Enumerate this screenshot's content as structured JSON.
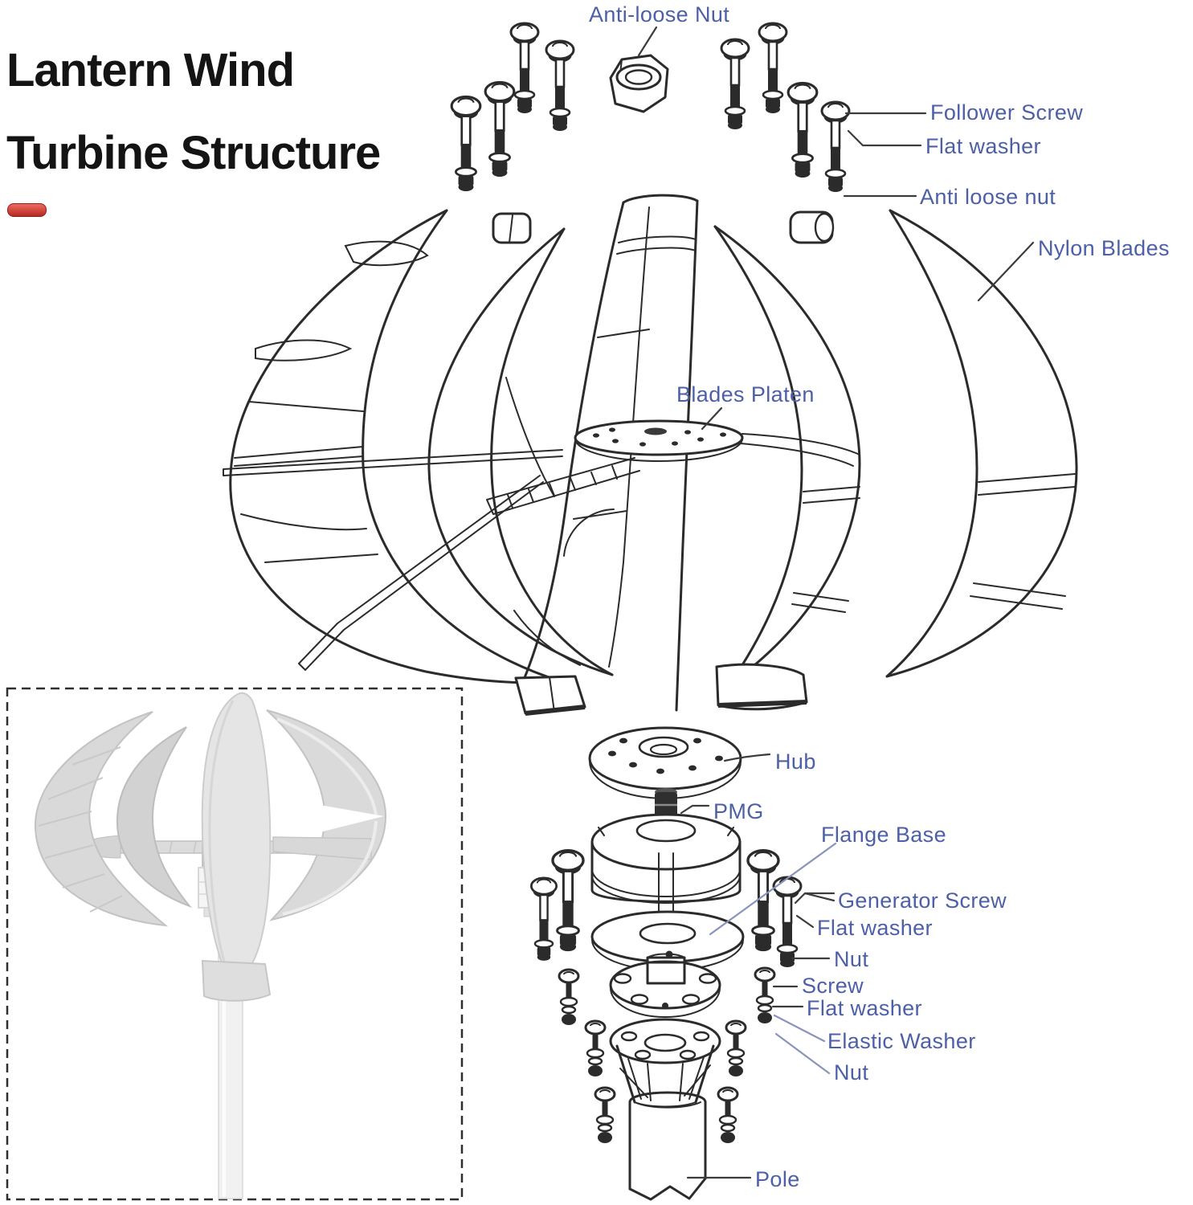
{
  "title": {
    "line1": "Lantern Wind",
    "line2": "Turbine Structure"
  },
  "colors": {
    "label_text": "#4c5fa7",
    "diagram_line": "#2b2b2b",
    "accent_red": "#c33028",
    "photo_gray": "#d8d8d8"
  },
  "labels": {
    "anti_loose_nut_top": "Anti-loose Nut",
    "follower_screw": "Follower Screw",
    "flat_washer_top": "Flat washer",
    "anti_loose_nut_right": "Anti loose nut",
    "nylon_blades": "Nylon Blades",
    "blades_platen": "Blades Platen",
    "hub": "Hub",
    "pmg": "PMG",
    "flange_base": "Flange Base",
    "generator_screw": "Generator Screw",
    "flat_washer_mid": "Flat washer",
    "nut_mid": "Nut",
    "screw": "Screw",
    "flat_washer_low": "Flat washer",
    "elastic_washer": "Elastic Washer",
    "nut_low": "Nut",
    "pole": "Pole"
  }
}
